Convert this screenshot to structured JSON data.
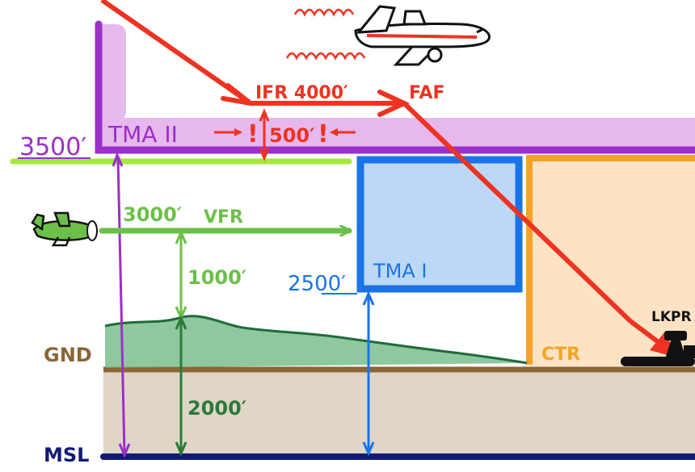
{
  "labels": {
    "alt_3500": "3500′",
    "tma2": "TMA II",
    "ifr": "IFR 4000′",
    "faf": "FAF",
    "sep_500": "500′",
    "alt_3000": "3000′",
    "vfr": "VFR",
    "sep_1000": "1000′",
    "alt_2500": "2500′",
    "tma1": "TMA I",
    "gnd": "GND",
    "ctr": "CTR",
    "lkpr": "LKPR",
    "sep_2000": "2000′",
    "msl": "MSL"
  },
  "colors": {
    "tma2": "#9b2fc9",
    "tma2_fill": "#e6b8ee",
    "ifr_path": "#ee3322",
    "vfr_path": "#6cc04a",
    "vfr_layer_line": "#a6e83a",
    "tma1": "#1a73e8",
    "tma1_fill": "#bcd8f6",
    "ctr": "#f7a226",
    "ctr_fill": "#fde3c4",
    "terrain": "#3f9a5a",
    "ground": "#8b6535",
    "ground_fill": "#e0d6c6",
    "msl_line": "#121a78",
    "gnd_dim": "#2c7a3a"
  },
  "icons": {
    "airliner": "airliner-icon",
    "light_aircraft": "light-aircraft-icon",
    "control_tower": "control-tower-icon"
  }
}
